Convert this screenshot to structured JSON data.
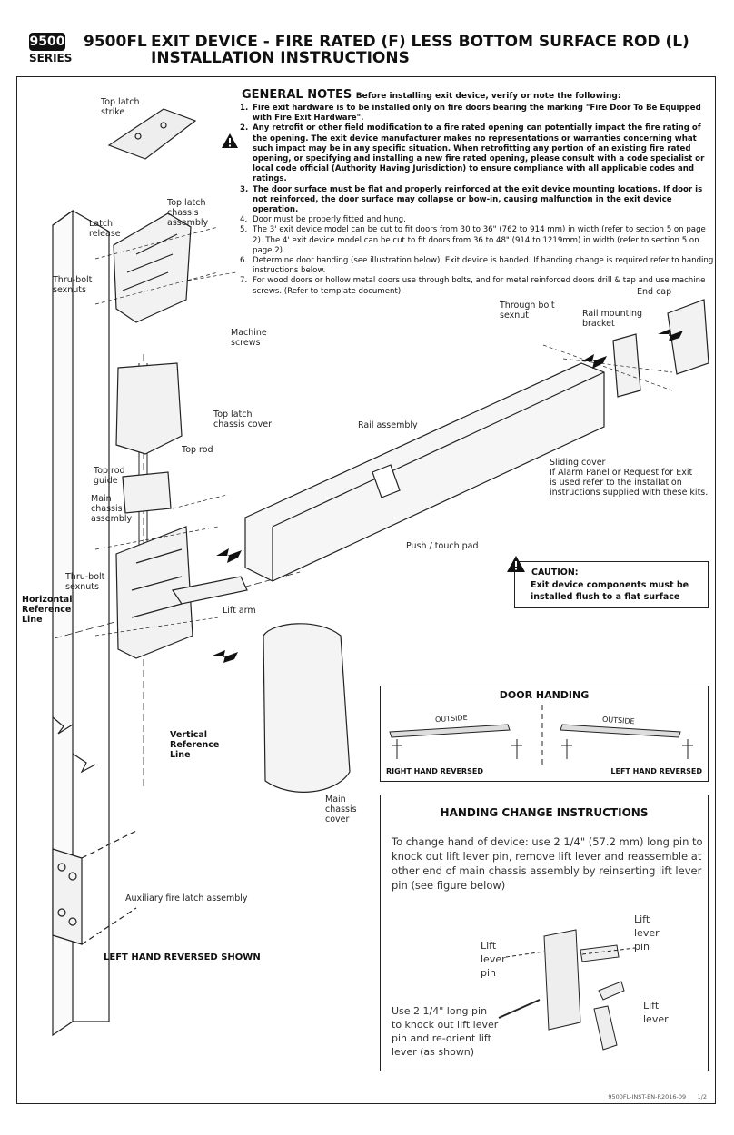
{
  "header": {
    "badge": "9500",
    "series": "SERIES",
    "model": "9500FL",
    "title_line1": "EXIT DEVICE - FIRE RATED (F) LESS BOTTOM SURFACE ROD (L)",
    "title_line2": "INSTALLATION INSTRUCTIONS"
  },
  "general_notes": {
    "heading": "GENERAL NOTES",
    "intro": "Before installing exit device, verify or note the following:",
    "items": [
      {
        "num": "1.",
        "text": "Fire exit hardware is to be installed only on fire doors bearing the marking \"Fire Door To Be Equipped with Fire Exit Hardware\"."
      },
      {
        "num": "2.",
        "text": "Any retrofit or other field modification to a fire rated opening can potentially impact the fire rating of the opening. The exit device manufacturer makes no representations or warranties concerning what such impact may be in any specific situation. When retrofitting any portion of an existing fire rated opening, or specifying and installing a new fire rated opening, please consult with a code specialist or local code official (Authority Having Jurisdiction) to ensure compliance with all applicable codes and ratings."
      },
      {
        "num": "3.",
        "text": "The door surface must be flat and properly reinforced at the exit device mounting locations. If door is not reinforced, the door surface may collapse or bow-in, causing malfunction in the exit device operation."
      },
      {
        "num": "4.",
        "text": "Door must be properly fitted and hung."
      },
      {
        "num": "5.",
        "text": "The 3' exit device model can be cut to fit doors from 30 to 36\" (762 to 914 mm) in width (refer to section 5 on page 2). The 4' exit device model can be cut to fit doors from 36 to 48\" (914 to 1219mm) in width (refer to section 5 on page 2)."
      },
      {
        "num": "6.",
        "text": "Determine door handing (see illustration below). Exit device is handed. If handing change is required refer to handing instructions below."
      },
      {
        "num": "7.",
        "text": "For wood doors or hollow metal doors use through bolts, and for metal reinforced doors drill & tap and use machine screws. (Refer to template document)."
      }
    ]
  },
  "labels": {
    "top_latch_strike": [
      "Top latch",
      "strike"
    ],
    "top_latch_chassis_assembly": [
      "Top latch",
      "chassis",
      "assembly"
    ],
    "latch_release": [
      "Latch",
      "release"
    ],
    "thru_bolt_sexnuts_top": [
      "Thru-bolt",
      "sexnuts"
    ],
    "machine_screws": [
      "Machine",
      "screws"
    ],
    "top_latch_chassis_cover": [
      "Top latch",
      "chassis cover"
    ],
    "top_rod": "Top rod",
    "top_rod_guide": [
      "Top rod",
      "guide"
    ],
    "main_chassis_assembly": [
      "Main",
      "chassis",
      "assembly"
    ],
    "thru_bolt_sexnuts_bottom": [
      "Thru-bolt",
      "sexnuts"
    ],
    "horizontal_reference_line": [
      "Horizontal",
      "Reference",
      "Line"
    ],
    "lift_arm": "Lift arm",
    "vertical_reference_line": [
      "Vertical",
      "Reference",
      "Line"
    ],
    "main_chassis_cover": [
      "Main",
      "chassis",
      "cover"
    ],
    "auxiliary_fire_latch": "Auxiliary fire latch assembly",
    "left_hand_reversed_shown": "LEFT HAND REVERSED SHOWN",
    "through_bolt_sexnut": [
      "Through bolt",
      "sexnut"
    ],
    "rail_mounting_bracket": [
      "Rail mounting",
      "bracket"
    ],
    "end_cap": "End cap",
    "rail_assembly": "Rail assembly",
    "sliding_cover": [
      "Sliding cover",
      "If Alarm Panel or Request for Exit",
      "is used refer to the installation",
      "instructions supplied with these kits."
    ],
    "push_touch_pad": "Push / touch pad"
  },
  "caution": {
    "title": "CAUTION:",
    "line1": "Exit device components must be",
    "line2": "installed flush to a flat surface"
  },
  "door_handing": {
    "title": "DOOR HANDING",
    "outside_left": "OUTSIDE",
    "outside_right": "OUTSIDE",
    "right_hand_reversed": "RIGHT HAND REVERSED",
    "left_hand_reversed": "LEFT HAND REVERSED"
  },
  "handing_change": {
    "title": "HANDING CHANGE INSTRUCTIONS",
    "text": "To change hand of device: use 2 1/4\" (57.2 mm) long pin to knock out lift lever pin, remove lift lever and reassemble at other end of main chassis assembly by reinserting lift lever pin (see figure below)",
    "lift_lever_pin_left": [
      "Lift",
      "lever",
      "pin"
    ],
    "lift_lever_pin_right": [
      "Lift",
      "lever",
      "pin"
    ],
    "lift_lever": [
      "Lift",
      "lever"
    ],
    "long_pin_note": [
      "Use 2 1/4\" long pin",
      "to knock out lift lever",
      "pin and re-orient lift",
      "lever (as shown)"
    ]
  },
  "footer": {
    "doc_code": "9500FL-INST-EN-R2016-09",
    "page": "1/2"
  }
}
